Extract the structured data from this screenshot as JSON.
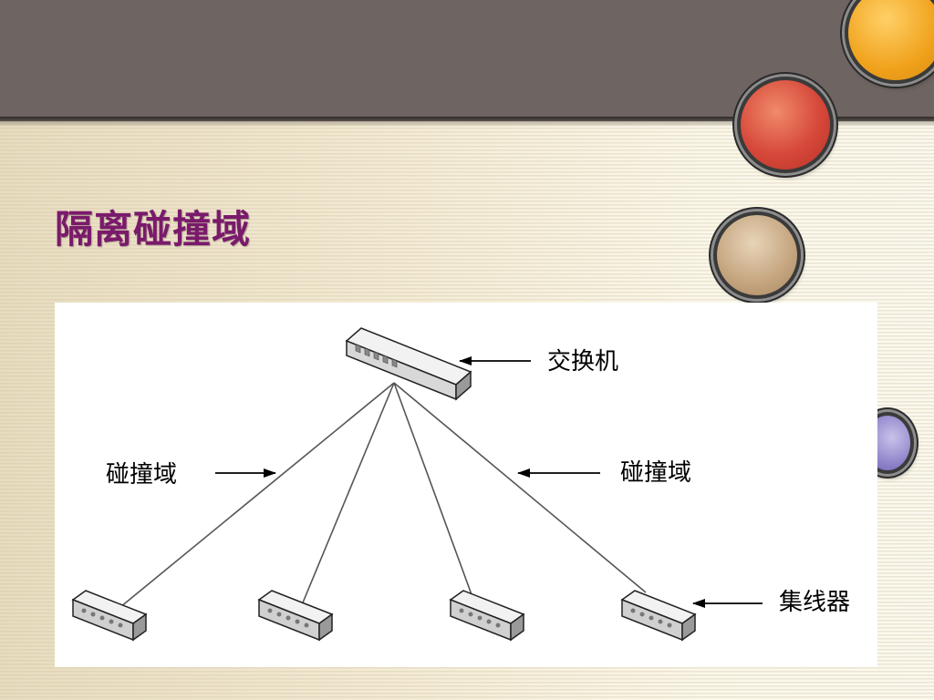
{
  "slide": {
    "title": "隔离碰撞域"
  },
  "diagram": {
    "labels": {
      "switch": "交换机",
      "collision_left": "碰撞域",
      "collision_right": "碰撞域",
      "hub": "集线器"
    }
  }
}
